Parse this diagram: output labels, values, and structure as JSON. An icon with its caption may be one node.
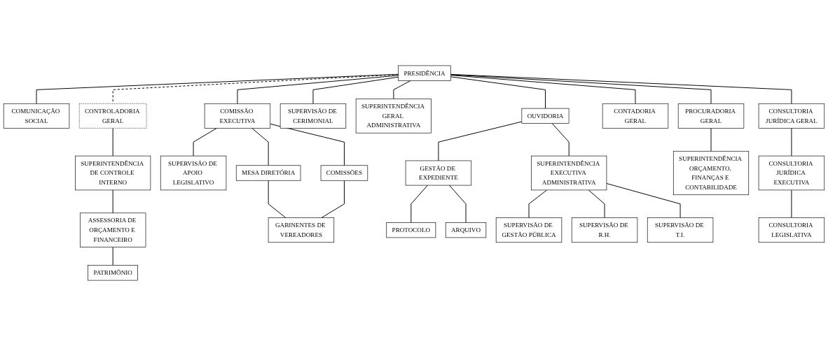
{
  "diagram": {
    "nodes": [
      {
        "text": [
          "PRESIDÊNCIA"
        ]
      },
      {
        "text": [
          "COMUNICAÇÃO SOCIAL"
        ]
      },
      {
        "text": [
          "CONTROLADORIA GERAL"
        ]
      },
      {
        "text": [
          "SUPERINTENDÊNCIA DE CONTROLE INTERNO"
        ]
      },
      {
        "text": [
          "ASSESSORIA DE ORÇAMENTO E FINANCEIRO"
        ]
      },
      {
        "text": [
          "PATRIMÔNIO"
        ]
      },
      {
        "text": [
          "COMISSÃO EXECUTIVA"
        ]
      },
      {
        "text": [
          "SUPERVISÃO DE CERIMONIAL"
        ]
      },
      {
        "text": [
          "SUPERINTENDÊNCIA GERAL ADMINISTRATIVA"
        ]
      },
      {
        "text": [
          "OUVIDORIA"
        ]
      },
      {
        "text": [
          "CONTADORIA GERAL"
        ]
      },
      {
        "text": [
          "PROCURADORIA GERAL"
        ]
      },
      {
        "text": [
          "CONSULTORIA JURÍDICA GERAL"
        ]
      },
      {
        "text": [
          "SUPERVISÃO DE APOIO LEGISLATIVO"
        ]
      },
      {
        "text": [
          "MESA DIRETÓRIA"
        ]
      },
      {
        "text": [
          "COMISSÕES"
        ]
      },
      {
        "text": [
          "GESTÃO DE EXPEDIENTE"
        ]
      },
      {
        "text": [
          "SUPERINTENDÊNCIA EXECUTIVA ADMINISTRATIVA"
        ]
      },
      {
        "text": [
          "SUPERINTENDÊNCIA ORÇAMENTO, FINANÇAS E CONTABILIDADE"
        ]
      },
      {
        "text": [
          "CONSULTORIA JURÍDICA EXECUTIVA"
        ]
      },
      {
        "text": [
          "GABINENTES DE VEREADORES"
        ]
      },
      {
        "text": [
          "PROTOCOLO"
        ]
      },
      {
        "text": [
          "ARQUIVO"
        ]
      },
      {
        "text": [
          "SUPERVISÃO DE GESTÃO PÚBLICA"
        ]
      },
      {
        "text": [
          "SUPERVISÃO DE R.H."
        ]
      },
      {
        "text": [
          "SUPERVISÃO DE T.I."
        ]
      },
      {
        "text": [
          "CONSULTORIA LEGISLATIVA"
        ]
      }
    ],
    "edges": [
      {
        "from": 0,
        "to": 1,
        "arrow": "none"
      },
      {
        "from": 0,
        "to": 2,
        "arrow": "none",
        "style": "dashed"
      },
      {
        "from": 2,
        "to": 3,
        "arrow": "none"
      },
      {
        "from": 3,
        "to": 4,
        "arrow": "none"
      },
      {
        "from": 4,
        "to": 5,
        "arrow": "none"
      },
      {
        "from": 0,
        "to": 6,
        "arrow": "none"
      },
      {
        "from": 0,
        "to": 7,
        "arrow": "none"
      },
      {
        "from": 0,
        "to": 8,
        "arrow": "none"
      },
      {
        "from": 0,
        "to": 9,
        "arrow": "none"
      },
      {
        "from": 0,
        "to": 10,
        "arrow": "none"
      },
      {
        "from": 0,
        "to": 11,
        "arrow": "none"
      },
      {
        "from": 0,
        "to": 12,
        "arrow": "none"
      },
      {
        "from": 6,
        "to": 13,
        "arrow": "none"
      },
      {
        "from": 6,
        "to": 14,
        "arrow": "none"
      },
      {
        "from": 6,
        "to": 15,
        "arrow": "none"
      },
      {
        "from": 9,
        "to": 16,
        "arrow": "none"
      },
      {
        "from": 9,
        "to": 17,
        "arrow": "none"
      },
      {
        "from": 11,
        "to": 18,
        "arrow": "none"
      },
      {
        "from": 12,
        "to": 19,
        "arrow": "none"
      },
      {
        "from": 14,
        "to": 20,
        "arrow": "none"
      },
      {
        "from": 15,
        "to": 20,
        "arrow": "none"
      },
      {
        "from": 16,
        "to": 21,
        "arrow": "none"
      },
      {
        "from": 16,
        "to": 22,
        "arrow": "none"
      },
      {
        "from": 17,
        "to": 23,
        "arrow": "none"
      },
      {
        "from": 17,
        "to": 24,
        "arrow": "none"
      },
      {
        "from": 17,
        "to": 25,
        "arrow": "none"
      },
      {
        "from": 19,
        "to": 26,
        "arrow": "none"
      }
    ]
  }
}
